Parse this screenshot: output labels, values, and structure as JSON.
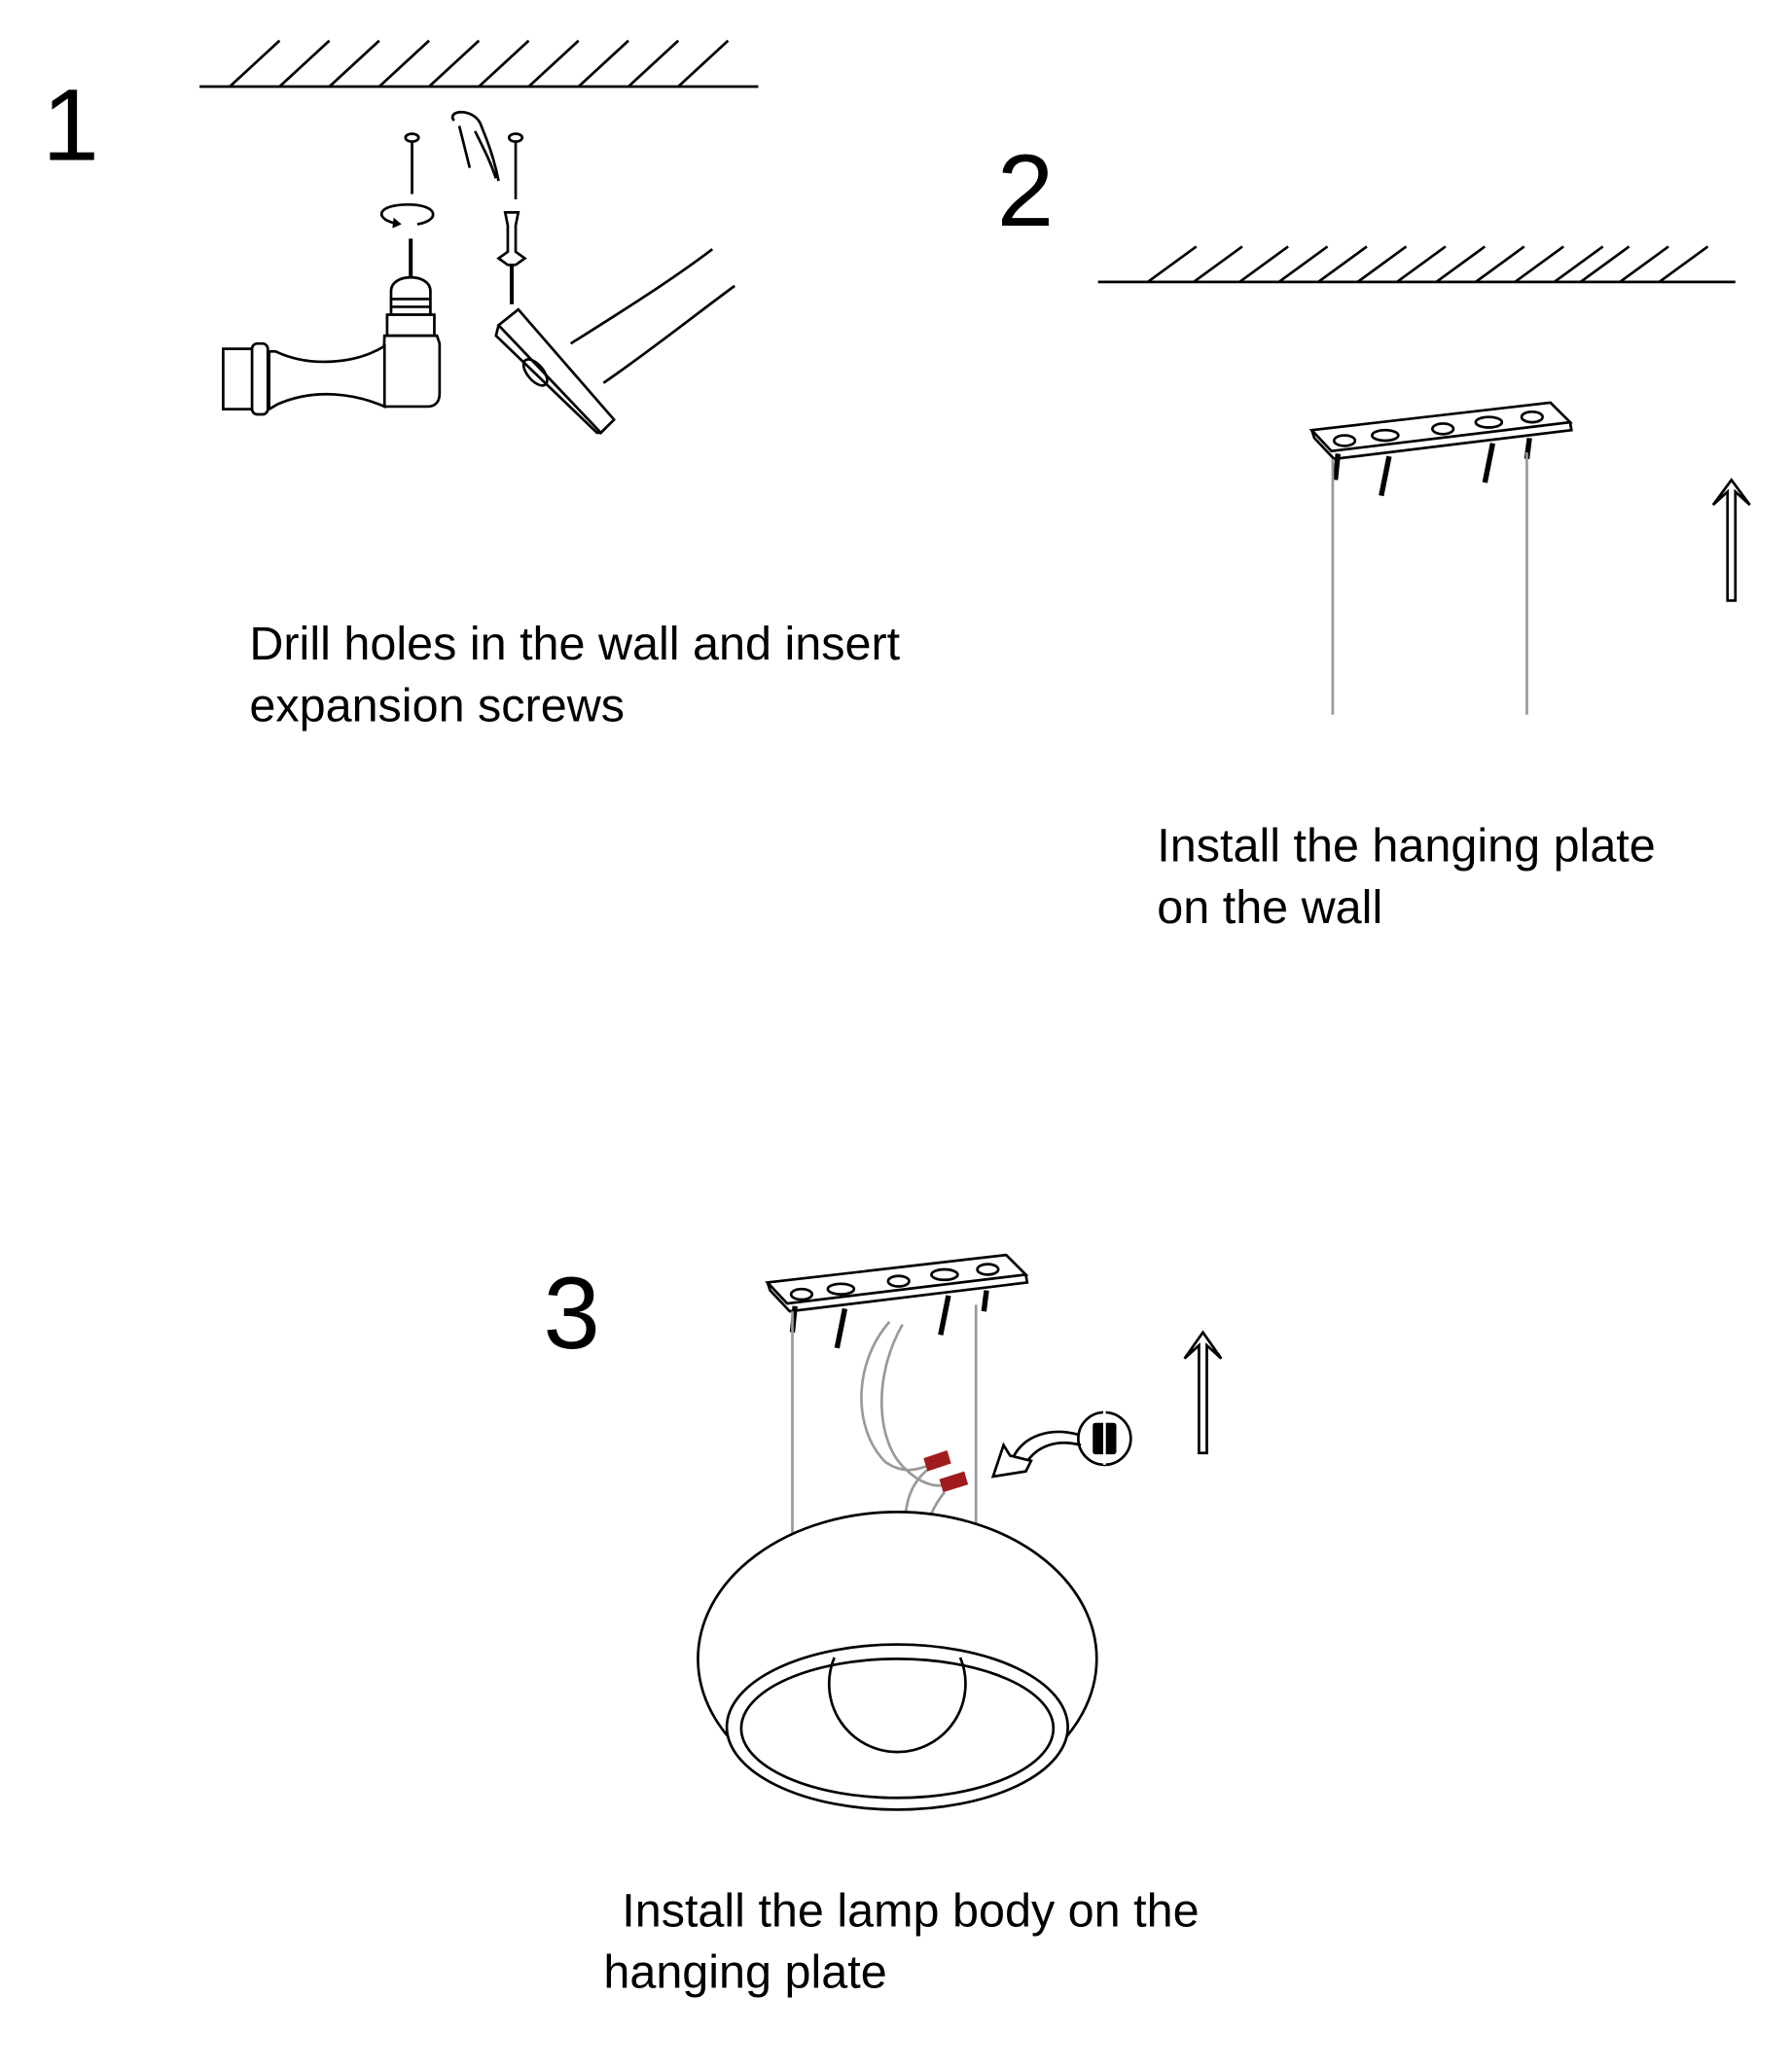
{
  "steps": [
    {
      "number": "1",
      "caption_line1": "Drill holes in the wall and insert",
      "caption_line2": "expansion screws"
    },
    {
      "number": "2",
      "caption_line1": "Install the hanging plate",
      "caption_line2": "on the wall"
    },
    {
      "number": "3",
      "caption_line1": "Install the lamp body on the",
      "caption_line2": "hanging plate"
    }
  ],
  "colors": {
    "line": "#000000",
    "wire": "#999999",
    "wire_nut": "#a01c1c"
  }
}
